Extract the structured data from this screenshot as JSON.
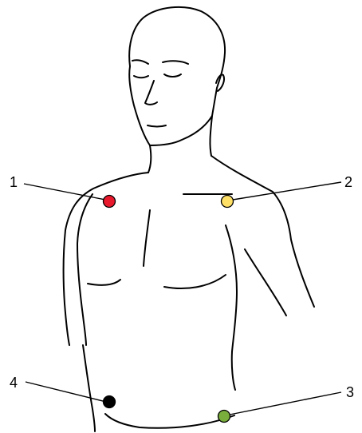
{
  "electrodes": [
    {
      "label": "1",
      "color": "#e8192c"
    },
    {
      "label": "2",
      "color": "#ffe066"
    },
    {
      "label": "3",
      "color": "#7aae3c"
    },
    {
      "label": "4",
      "color": "#000000"
    }
  ]
}
